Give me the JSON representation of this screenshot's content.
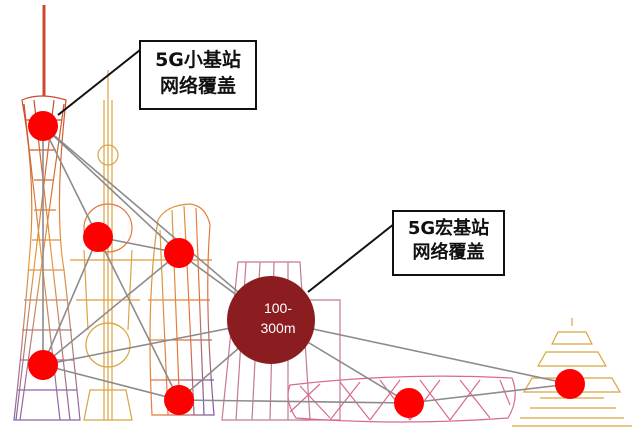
{
  "callouts": {
    "small_cell": {
      "line1": "5G小基站",
      "line2": "网络覆盖"
    },
    "macro_cell": {
      "line1": "5G宏基站",
      "line2": "网络覆盖"
    }
  },
  "macro_station": {
    "label_line1": "100-",
    "label_line2": "300m"
  },
  "colors": {
    "small_station": "#ff0000",
    "macro_station": "#8b1d20",
    "link_line": "#8c8c8c",
    "callout_border": "#111111",
    "building_warm": "#e8743a",
    "building_gold": "#d9a441",
    "building_violet": "#8a63a6"
  },
  "icons": [
    "canton-tower-icon",
    "oriental-pearl-tower-icon",
    "cctv-building-icon",
    "birds-nest-stadium-icon",
    "temple-of-heaven-icon"
  ]
}
